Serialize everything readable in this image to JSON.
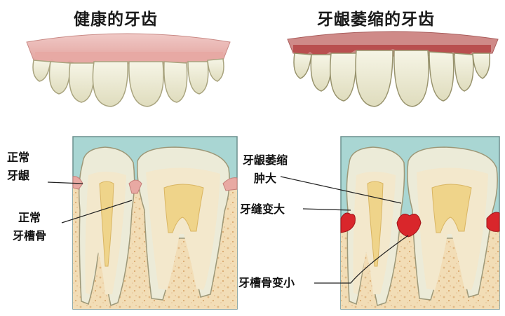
{
  "titles": {
    "healthy": "健康的牙齿",
    "receded": "牙龈萎缩的牙齿"
  },
  "labels": {
    "normal_gum_line1": "正常",
    "normal_gum_line2": "牙龈",
    "normal_bone_line1": "正常",
    "normal_bone_line2": "牙槽骨",
    "gum_recession_line1": "牙龈萎缩",
    "gum_recession_line2": "肿大",
    "gap_widened": "牙缝变大",
    "bone_reduced": "牙槽骨变小"
  },
  "colors": {
    "background_sky": "#a9d6d3",
    "bone": "#f2ddb6",
    "gum_pink": "#e8a9a3",
    "gum_inflamed": "#d9262b",
    "enamel": "#ecebd8",
    "dentin": "#f3e8cc",
    "pulp": "#efd48a"
  }
}
